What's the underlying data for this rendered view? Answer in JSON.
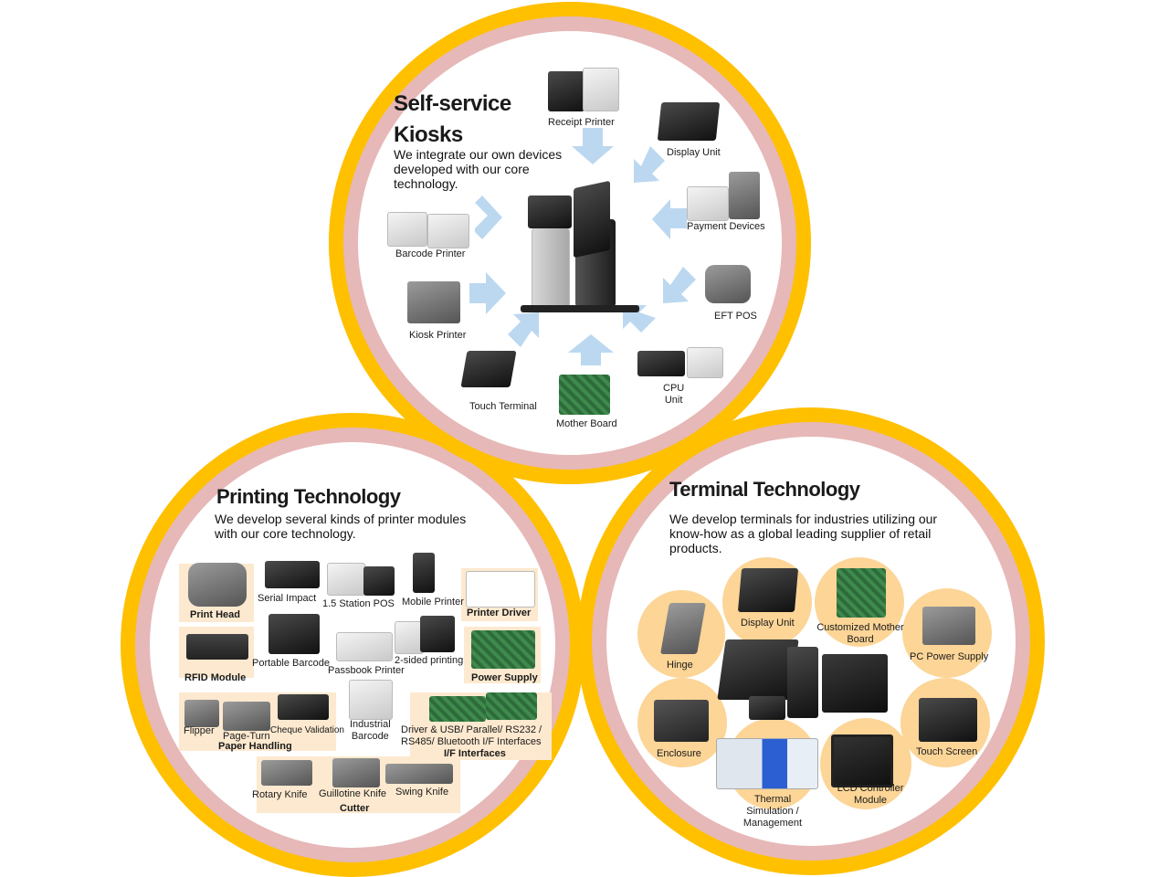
{
  "kiosks": {
    "title_line1": "Self-service",
    "title_line2": "Kiosks",
    "desc_line1": "We integrate our own devices",
    "desc_line2": "developed with our core",
    "desc_line3": "technology.",
    "items": {
      "receipt_printer": "Receipt Printer",
      "display_unit": "Display Unit",
      "payment_devices": "Payment Devices",
      "eft_pos": "EFT POS",
      "cpu_line1": "CPU",
      "cpu_line2": "Unit",
      "mother_board": "Mother Board",
      "touch_terminal": "Touch Terminal",
      "kiosk_printer": "Kiosk Printer",
      "barcode_printer": "Barcode Printer"
    }
  },
  "printing": {
    "title": "Printing Technology",
    "desc_line1": "We develop several kinds of printer modules",
    "desc_line2": "with our core technology.",
    "items": {
      "print_head": "Print Head",
      "serial_impact": "Serial Impact",
      "station_pos": "1.5 Station POS",
      "mobile_printer": "Mobile Printer",
      "printer_driver": "Printer Driver",
      "rfid_module": "RFID Module",
      "portable_barcode": "Portable Barcode",
      "passbook_printer": "Passbook Printer",
      "two_sided": "2-sided printing",
      "power_supply": "Power Supply",
      "flipper": "Flipper",
      "page_turn": "Page-Turn",
      "cheque_validation": "Cheque Validation",
      "paper_handling": "Paper Handling",
      "industrial_line1": "Industrial",
      "industrial_line2": "Barcode",
      "driver_line1": "Driver & USB/ Parallel/ RS232 /",
      "driver_line2": "RS485/ Bluetooth I/F Interfaces",
      "if_interfaces": "I/F Interfaces",
      "rotary_knife": "Rotary Knife",
      "guillotine_knife": "Guillotine Knife",
      "swing_knife": "Swing Knife",
      "cutter": "Cutter"
    }
  },
  "terminal": {
    "title": "Terminal Technology",
    "desc_line1": "We develop terminals for industries utilizing our",
    "desc_line2": "know-how as a global leading supplier of retail",
    "desc_line3": "products.",
    "items": {
      "hinge": "Hinge",
      "display_unit": "Display Unit",
      "mother_line1": "Customized Mother",
      "mother_line2": "Board",
      "pc_power": "PC Power Supply",
      "enclosure": "Enclosure",
      "touch_screen": "Touch Screen",
      "thermal_line1": "Thermal",
      "thermal_line2": "Simulation /",
      "thermal_line3": "Management",
      "lcd_line1": "LCD Controller",
      "lcd_line2": "Module"
    }
  },
  "colors": {
    "outer_ring": "#ffc000",
    "middle_ring": "#e6b8b7",
    "item_highlight": "#fde9cf",
    "bubble": "#fcd597",
    "arrow": "#bcd8f0"
  }
}
